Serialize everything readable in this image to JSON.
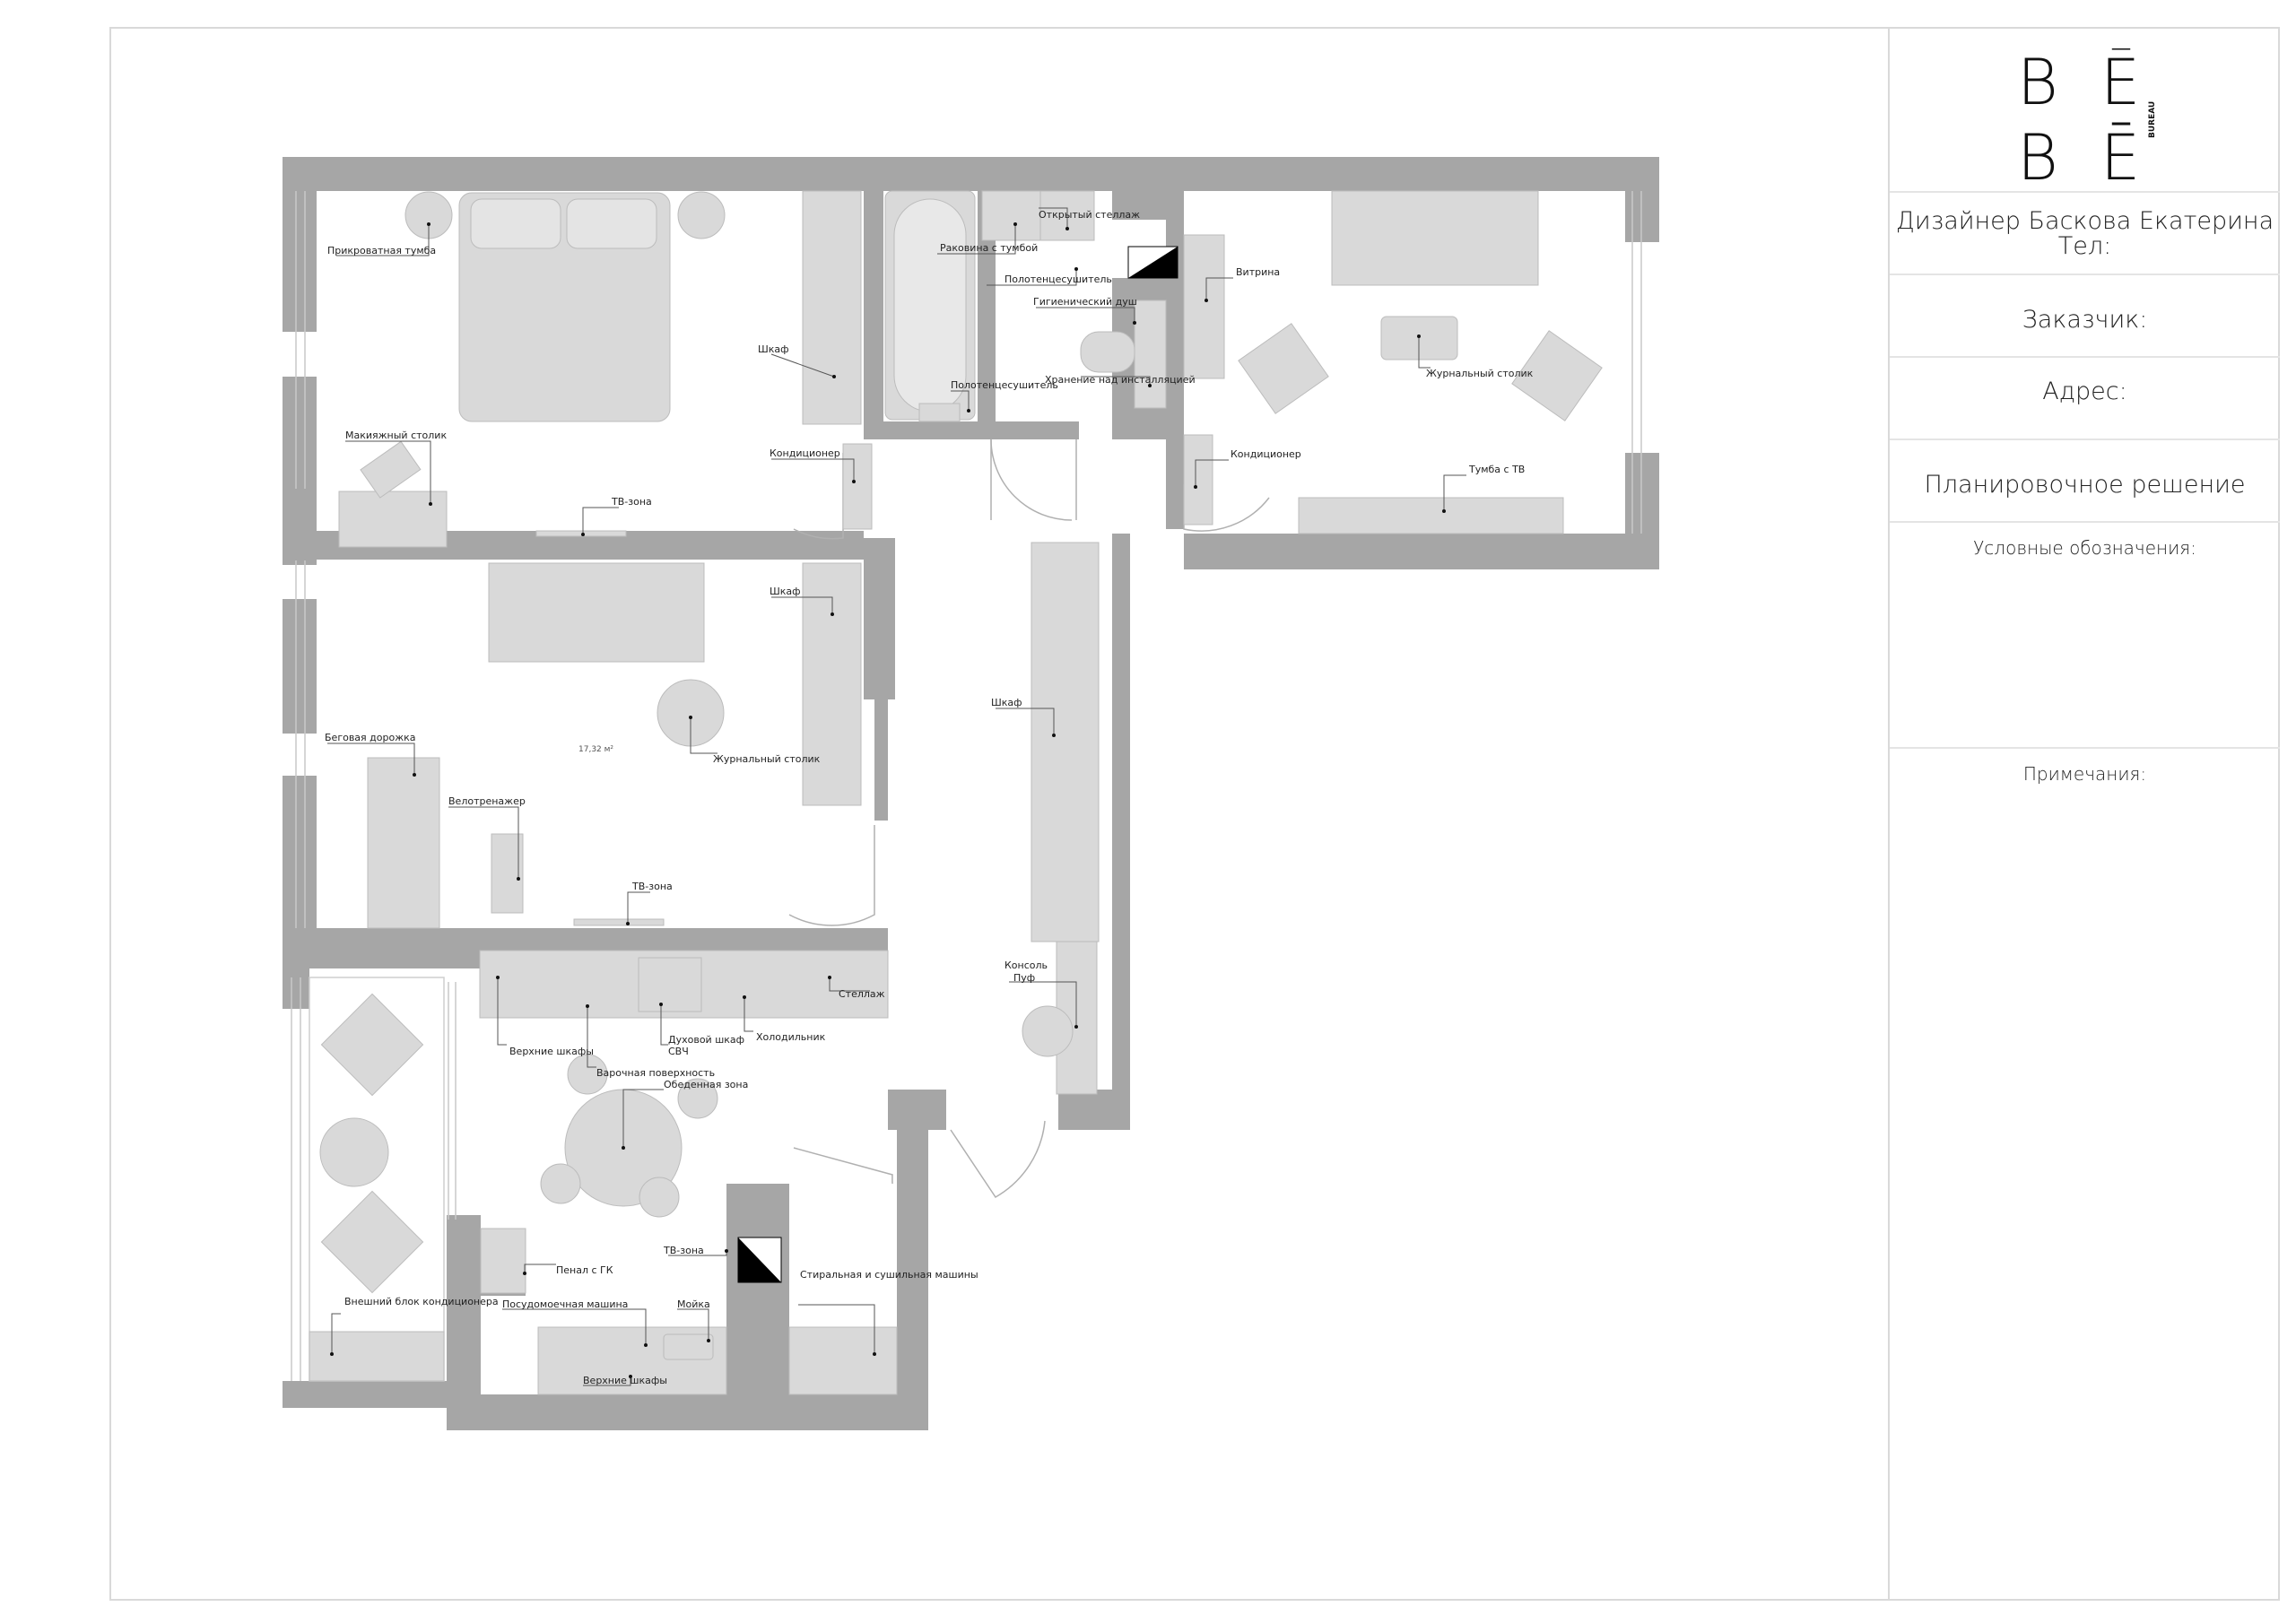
{
  "title_block": {
    "logo": {
      "top_left": "B",
      "top_right": "Ē",
      "bottom_left": "B",
      "bottom_right": "Ē",
      "caption": "BUREAU"
    },
    "designer": "Дизайнер Баскова Екатерина",
    "phone": "Тел:",
    "customer": "Заказчик:",
    "address": "Адрес:",
    "drawing_title": "Планировочное решение",
    "legend_heading": "Условные обозначения:",
    "notes_heading": "Примечания:"
  },
  "plan": {
    "colors": {
      "wall": "#a6a6a6",
      "furniture": "#d9d9d9",
      "furniture_stroke": "#bcbcbc",
      "leader": "#555555",
      "shaft": "#000000"
    },
    "area_label": "17,32 м²",
    "labels": {
      "bedside_table": "Прикроватная тумба",
      "wardrobe_bedroom": "Шкаф",
      "makeup_table": "Макияжный столик",
      "tv_zone_bedroom": "ТВ-зона",
      "air_conditioner_bedroom": "Кондиционер",
      "sink_with_cabinet": "Раковина с тумбой",
      "open_shelving": "Открытый стеллаж",
      "towel_warmer_wc": "Полотенцесушитель",
      "hygienic_shower": "Гигиенический душ",
      "towel_warmer_bath": "Полотенцесушитель",
      "storage_installation": "Хранение над инсталляцией",
      "display_cabinet": "Витрина",
      "coffee_table_living": "Журнальный столик",
      "air_conditioner_living": "Кондиционер",
      "tv_stand": "Тумба с ТВ",
      "wardrobe_second": "Шкаф",
      "treadmill": "Беговая дорожка",
      "exercise_bike": "Велотренажер",
      "coffee_table_second": "Журнальный столик",
      "tv_zone_second": "ТВ-зона",
      "wardrobe_hall": "Шкаф",
      "console": "Консоль",
      "pouf": "Пуф",
      "shelving": "Стеллаж",
      "upper_cabinets": "Верхние шкафы",
      "cooktop": "Варочная поверхность",
      "oven": "Духовой шкаф",
      "microwave": "СВЧ",
      "fridge": "Холодильник",
      "dining_zone": "Обеденная зона",
      "outdoor_unit": "Внешний блок кондиционера",
      "pencil_case": "Пенал с ГК",
      "dishwasher": "Посудомоечная машина",
      "kitchen_sink": "Мойка",
      "upper_cabinets_2": "Верхние шкафы",
      "tv_zone_kitchen": "ТВ-зона",
      "washer_dryer": "Стиральная и сушильная машины"
    }
  }
}
